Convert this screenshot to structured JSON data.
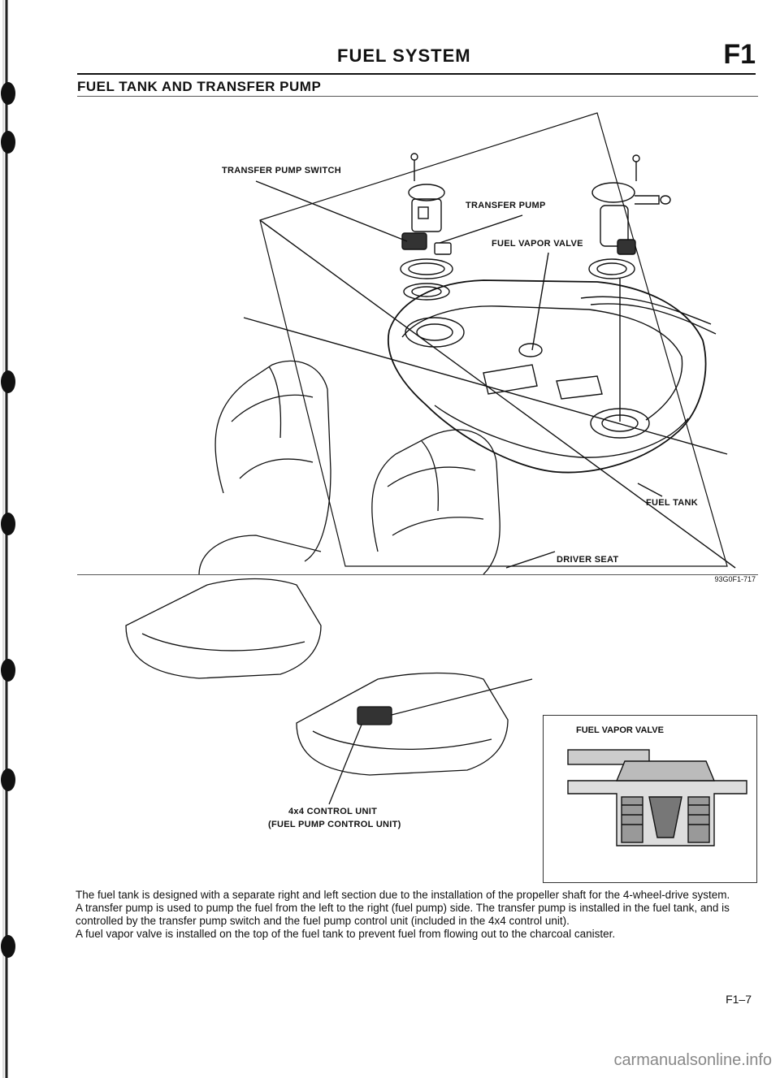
{
  "header": {
    "title": "FUEL SYSTEM",
    "section_code": "F1"
  },
  "section_title": "FUEL TANK AND TRANSFER PUMP",
  "figure": {
    "labels": {
      "transfer_pump_switch": "TRANSFER PUMP SWITCH",
      "transfer_pump": "TRANSFER PUMP",
      "fuel_vapor_valve": "FUEL VAPOR VALVE",
      "fuel_tank": "FUEL TANK",
      "driver_seat": "DRIVER SEAT",
      "control_unit_line1": "4x4 CONTROL UNIT",
      "control_unit_line2": "(FUEL PUMP CONTROL UNIT)"
    },
    "inset_title": "FUEL VAPOR VALVE",
    "figure_code": "93G0F1-717"
  },
  "body": {
    "paragraph1": "The fuel tank is designed with a separate right and left section due to the installation of the propeller shaft for the 4-wheel-drive system.",
    "paragraph2": "A transfer pump is used to pump the fuel from the left to the right (fuel pump) side. The transfer pump is installed in the fuel tank, and is controlled by the transfer pump switch and the fuel pump control unit (included in the 4x4 control unit).",
    "paragraph3": "A fuel vapor valve is installed on the top of the fuel tank to prevent fuel from flowing out to the charcoal canister."
  },
  "page_number": "F1–7",
  "watermark": "carmanualsonline.info"
}
